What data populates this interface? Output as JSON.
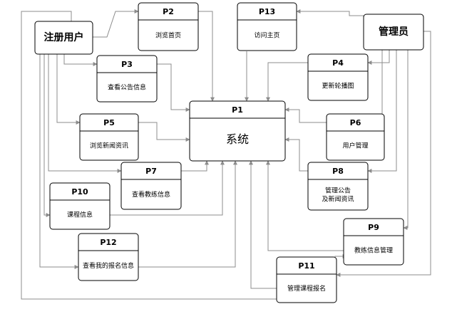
{
  "actors": {
    "registered_user": "注册用户",
    "admin": "管理员"
  },
  "system": {
    "code": "P1",
    "label": "系统"
  },
  "processes": [
    {
      "id": "p2",
      "code": "P2",
      "lines": [
        "浏览首页"
      ]
    },
    {
      "id": "p13",
      "code": "P13",
      "lines": [
        "访问主页"
      ]
    },
    {
      "id": "p3",
      "code": "P3",
      "lines": [
        "查看公告信息"
      ]
    },
    {
      "id": "p4",
      "code": "P4",
      "lines": [
        "更新轮播图"
      ]
    },
    {
      "id": "p5",
      "code": "P5",
      "lines": [
        "浏览新闻资讯"
      ]
    },
    {
      "id": "p6",
      "code": "P6",
      "lines": [
        "用户管理"
      ]
    },
    {
      "id": "p7",
      "code": "P7",
      "lines": [
        "查看教练信息"
      ]
    },
    {
      "id": "p8",
      "code": "P8",
      "lines": [
        "管理公告",
        "及新闻资讯"
      ]
    },
    {
      "id": "p10",
      "code": "P10",
      "lines": [
        "课程信息"
      ]
    },
    {
      "id": "p9",
      "code": "P9",
      "lines": [
        "教练信息管理"
      ]
    },
    {
      "id": "p12",
      "code": "P12",
      "lines": [
        "查看我的报名信息"
      ]
    },
    {
      "id": "p11",
      "code": "P11",
      "lines": [
        "管理课程报名"
      ]
    }
  ]
}
